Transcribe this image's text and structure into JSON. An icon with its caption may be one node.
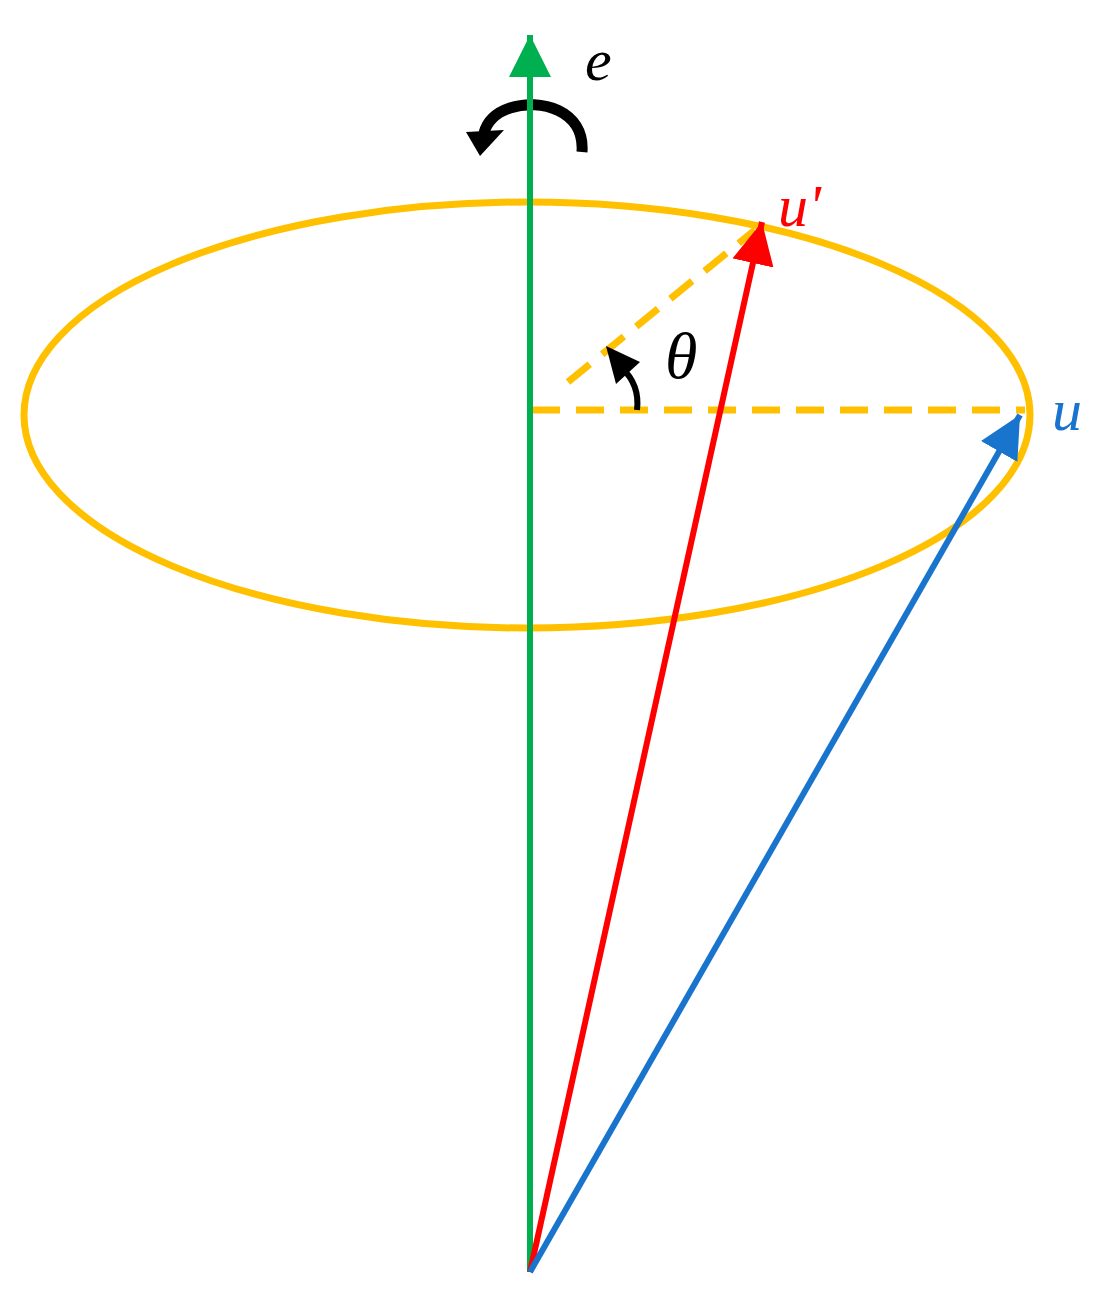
{
  "diagram": {
    "nodes": [
      {
        "text": [
          "e"
        ]
      },
      {
        "text": [
          "u'"
        ]
      },
      {
        "text": [
          "u"
        ]
      }
    ],
    "edges": [
      {
        "from": null,
        "to": 0,
        "arrow": "to",
        "color": "#00b050"
      },
      {
        "from": null,
        "to": 1,
        "arrow": "to",
        "color": "#ff0000"
      },
      {
        "from": null,
        "to": 2,
        "arrow": "to",
        "color": "#1874cd"
      }
    ],
    "labels": [
      "θ"
    ]
  }
}
